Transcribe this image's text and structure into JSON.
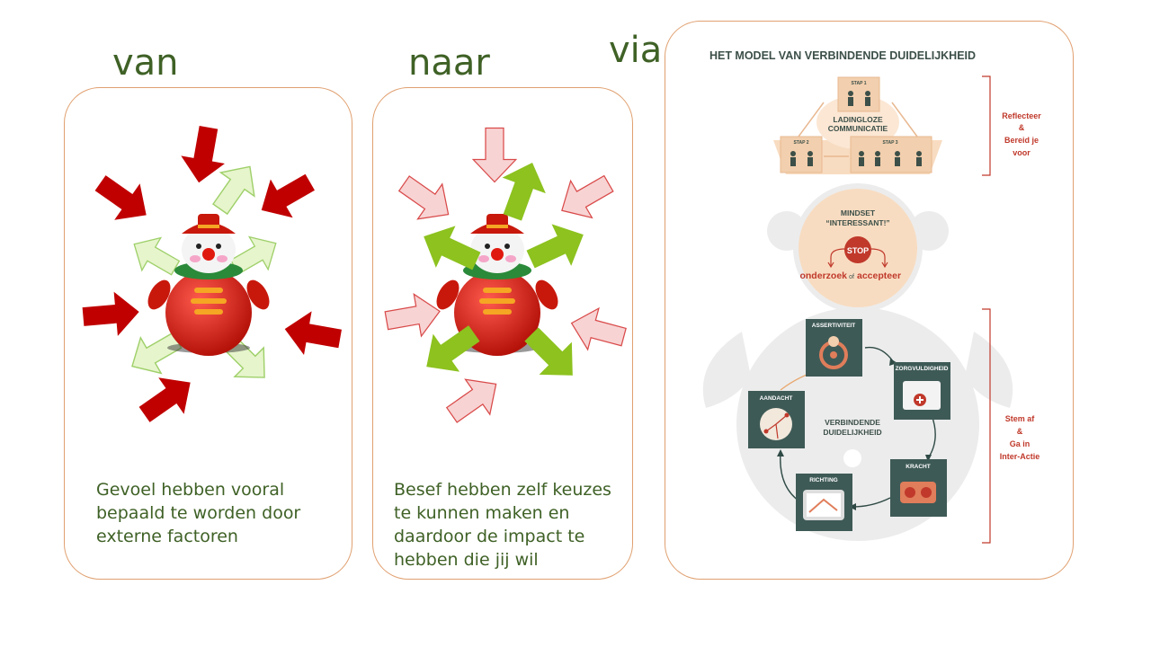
{
  "headings": {
    "from": "van",
    "to": "naar",
    "via": "via"
  },
  "from_panel": {
    "caption": "Gevoel hebben vooral bepaald te worden door externe factoren"
  },
  "to_panel": {
    "caption": "Besef hebben zelf keuzes te kunnen maken en daardoor de impact te hebben die jij wil"
  },
  "model": {
    "title": "HET MODEL VAN VERBINDENDE DUIDELIJKHEID",
    "head": {
      "center_line1": "LADINGLOZE",
      "center_line2": "COMMUNICATIE",
      "step1": "STAP 1",
      "step2": "STAP 2",
      "step3": "STAP 3"
    },
    "mindset": {
      "line1": "MINDSET",
      "line2": "“INTERESSANT!”",
      "stop": "STOP",
      "left": "onderzoek",
      "of": "of",
      "right": "accepteer"
    },
    "body": {
      "center_line1": "VERBINDENDE",
      "center_line2": "DUIDELIJKHEID",
      "tiles": {
        "assertiviteit": "ASSERTIVITEIT",
        "zorgvuldigheid": "ZORGVULDIGHEID",
        "kracht": "KRACHT",
        "richting": "RICHTING",
        "aandacht": "AANDACHT"
      }
    },
    "side_top": {
      "line1": "Reflecteer",
      "line2": "&",
      "line3": "Bereid je",
      "line4": "voor"
    },
    "side_bottom": {
      "line1": "Stem af",
      "line2": "&",
      "line3": "Ga in",
      "line4": "Inter-Actie"
    }
  },
  "colors": {
    "heading_green": "#3f6126",
    "panel_border": "#e0a070",
    "arrow_dark_red": "#c00000",
    "arrow_light_green": "#e6f5cc",
    "arrow_bright_green": "#8dc21f",
    "arrow_light_pink": "#f8d3d3",
    "model_red": "#c0392b",
    "tile_teal": "#3e5a56",
    "peach": "#f8dcc1"
  }
}
